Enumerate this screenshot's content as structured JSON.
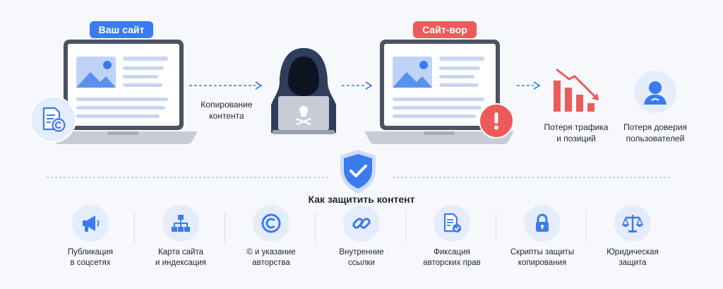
{
  "flow": {
    "your_site_label": "Ваш сайт",
    "copy_label_line1": "Копирование",
    "copy_label_line2": "контента",
    "thief_site_label": "Сайт-вор",
    "traffic_loss_line1": "Потеря трафика",
    "traffic_loss_line2": "и позиций",
    "trust_loss_line1": "Потеря доверия",
    "trust_loss_line2": "пользователей"
  },
  "protection": {
    "title": "Как защитить контент",
    "methods": [
      {
        "line1": "Публикация",
        "line2": "в соцсетях",
        "icon": "megaphone-icon"
      },
      {
        "line1": "Карта сайта",
        "line2": "и индексация",
        "icon": "sitemap-icon"
      },
      {
        "line1": "© и указание",
        "line2": "авторства",
        "icon": "copyright-icon"
      },
      {
        "line1": "Внутренние",
        "line2": "ссылки",
        "icon": "link-icon"
      },
      {
        "line1": "Фиксация",
        "line2": "авторских прав",
        "icon": "certified-document-icon"
      },
      {
        "line1": "Скрипты защиты",
        "line2": "копирования",
        "icon": "padlock-icon"
      },
      {
        "line1": "Юридическая",
        "line2": "защита",
        "icon": "scales-icon"
      }
    ]
  },
  "colors": {
    "accent_blue": "#3a7cf0",
    "alert_red": "#ee5a5a",
    "icon_bg": "#e5ecfb"
  }
}
